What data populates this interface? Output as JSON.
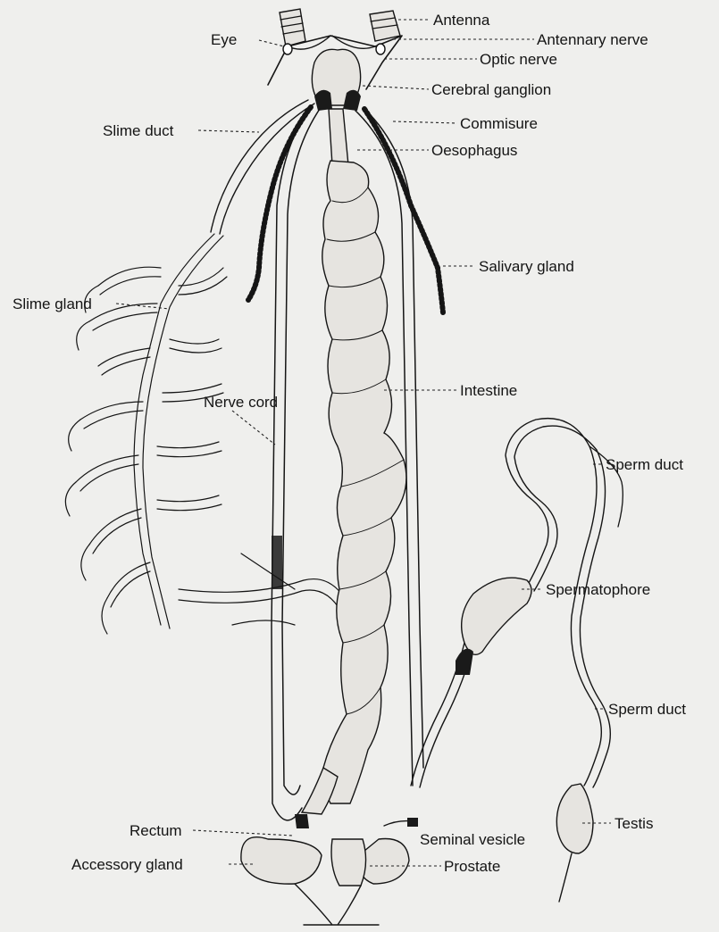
{
  "diagram": {
    "labels": {
      "antenna": "Antenna",
      "eye": "Eye",
      "antennary_nerve": "Antennary nerve",
      "optic_nerve": "Optic nerve",
      "cerebral_ganglion": "Cerebral ganglion",
      "slime_duct": "Slime duct",
      "commisure": "Commisure",
      "oesophagus": "Oesophagus",
      "salivary_gland": "Salivary gland",
      "slime_gland": "Slime gland",
      "intestine": "Intestine",
      "nerve_cord": "Nerve cord",
      "sperm_duct_upper": "Sperm duct",
      "spermatophore": "Spermatophore",
      "sperm_duct_lower": "Sperm duct",
      "testis": "Testis",
      "rectum": "Rectum",
      "seminal_vesicle": "Seminal vesicle",
      "accessory_gland": "Accessory gland",
      "prostate": "Prostate"
    }
  }
}
